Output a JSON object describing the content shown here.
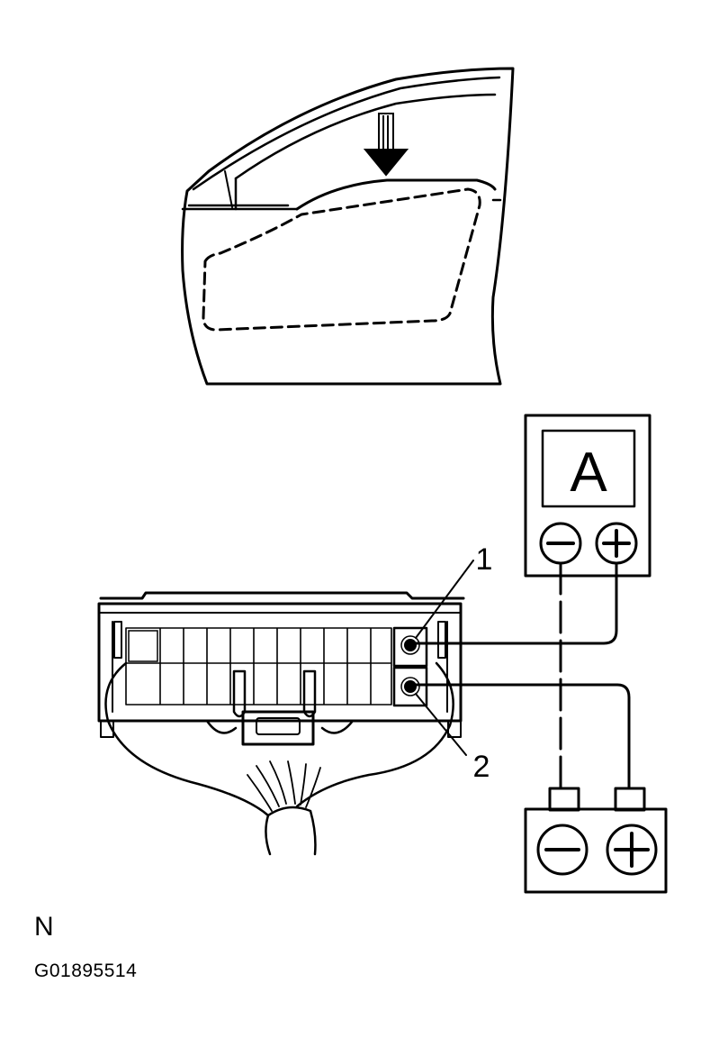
{
  "meter": {
    "unit_letter": "A",
    "neg_symbol": "−",
    "pos_symbol": "+"
  },
  "battery": {
    "neg_symbol": "−",
    "pos_symbol": "+"
  },
  "callouts": [
    {
      "label": "1"
    },
    {
      "label": "2"
    }
  ],
  "caption": {
    "letter": "N",
    "code": "G01895514"
  },
  "colors": {
    "ink": "#000000",
    "background": "#ffffff"
  }
}
